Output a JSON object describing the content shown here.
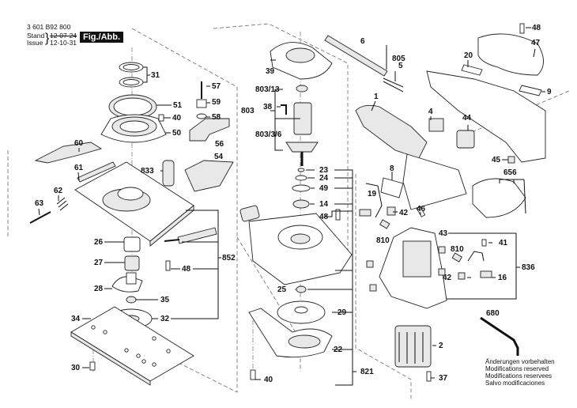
{
  "header": {
    "part_number": "3 601 B92 800",
    "stand_label": "Stand",
    "issue_label": "Issue",
    "stand_date_struck": "12-07-24",
    "issue_date": "12-10-31",
    "figure_label": "Fig./Abb. 1"
  },
  "labels": {
    "l31": "31",
    "l57": "57",
    "l59": "59",
    "l51": "51",
    "l40a": "40",
    "l58": "58",
    "l50": "50",
    "l56": "56",
    "l60": "60",
    "l61": "61",
    "l54": "54",
    "l833": "833",
    "l62": "62",
    "l63": "63",
    "l26": "26",
    "l27": "27",
    "l28": "28",
    "l35": "35",
    "l34": "34",
    "l32": "32",
    "l30": "30",
    "l48a": "48",
    "l852": "852",
    "l39": "39",
    "l6": "6",
    "l805": "805",
    "l5": "5",
    "l80313": "803/13",
    "l38": "38",
    "l803": "803",
    "l80336": "803/3/6",
    "l1": "1",
    "l23": "23",
    "l24": "24",
    "l49": "49",
    "l14": "14",
    "l48b": "48",
    "l25": "25",
    "l29": "29",
    "l22": "22",
    "l40b": "40",
    "l821": "821",
    "l48c": "48",
    "l47": "47",
    "l20": "20",
    "l9": "9",
    "l4": "4",
    "l44": "44",
    "l45": "45",
    "l8": "8",
    "l656": "656",
    "l19": "19",
    "l42a": "42",
    "l46": "46",
    "l810a": "810",
    "l43": "43",
    "l41": "41",
    "l810b": "810",
    "l836": "836",
    "l42b": "42",
    "l16": "16",
    "l680": "680",
    "l2": "2",
    "l37": "37"
  },
  "notes": [
    "Änderungen vorbehalten",
    "Modifications reserved",
    "Modifications reservees",
    "Salvo modificaciones"
  ]
}
